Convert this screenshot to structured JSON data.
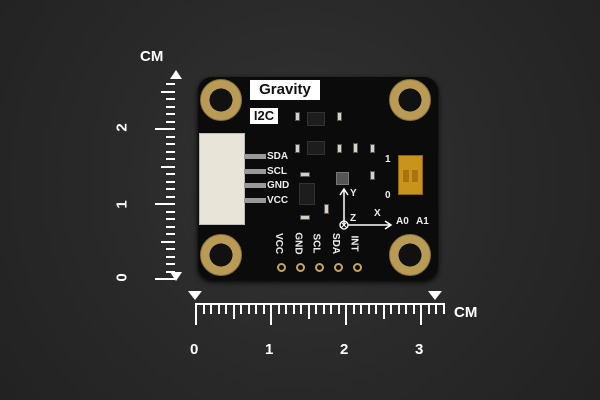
{
  "vertical_ruler": {
    "unit": "CM",
    "labels": [
      "0",
      "1",
      "2"
    ]
  },
  "horizontal_ruler": {
    "unit": "CM",
    "labels": [
      "0",
      "1",
      "2",
      "3"
    ]
  },
  "board": {
    "logo": "Gravity",
    "interface": "I2C",
    "connector_labels": [
      "SDA",
      "SCL",
      "GND",
      "VCC"
    ],
    "pin_labels": [
      "VCC",
      "GND",
      "SCL",
      "SDA",
      "INT"
    ],
    "axes": {
      "x": "X",
      "y": "Y",
      "z": "Z"
    },
    "switch": {
      "labels": [
        "A0",
        "A1"
      ],
      "positions": [
        "1",
        "0"
      ],
      "colors": {
        "body": "#c8941c"
      }
    }
  },
  "colors": {
    "background": "#2a2a2a",
    "pcb": "#0b0b0b",
    "gold": "#c4a55e"
  }
}
